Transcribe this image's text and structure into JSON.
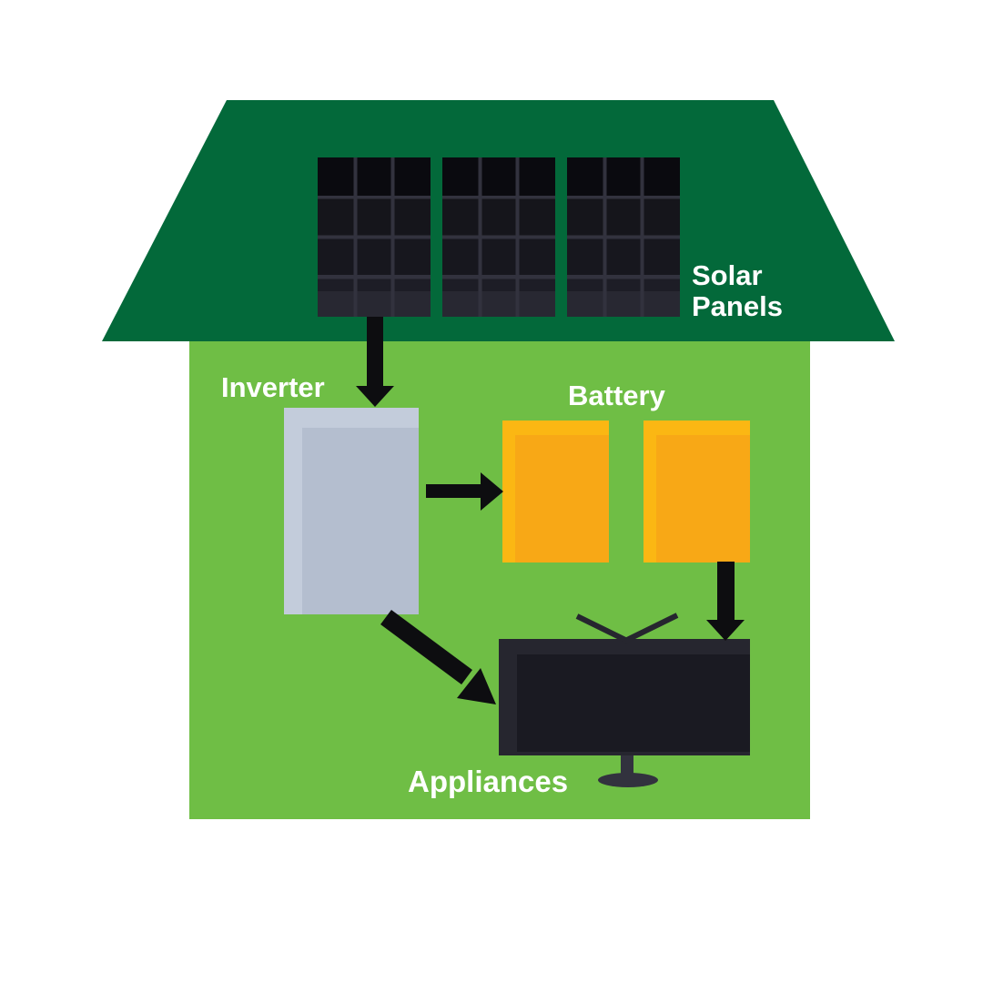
{
  "title": "Solar panel home energy flow diagram",
  "labels": {
    "solar_panels": "Solar\nPanels",
    "inverter": "Inverter",
    "battery": "Battery",
    "appliances": "Appliances"
  },
  "colors": {
    "roof": "#03693A",
    "house": "#6FBE45",
    "panel_cell_dark": "#0A0A0F",
    "panel_cell_mid": "#17171E",
    "panel_cell_light": "#282832",
    "panel_grid": "#32323E",
    "inverter_outer": "#C3CCDB",
    "inverter_inner": "#B4BECF",
    "battery_outer": "#FBB713",
    "battery_inner": "#F8A816",
    "tv_frame": "#26262F",
    "tv_screen": "#1A1A22",
    "tv_stand": "#32323E",
    "arrow": "#0D0D10",
    "label": "#FFFFFF"
  },
  "diagram": {
    "type": "flow",
    "solar_panel_modules": 3,
    "battery_units": 2,
    "nodes": [
      {
        "id": "solar-panels",
        "label": "Solar Panels"
      },
      {
        "id": "inverter",
        "label": "Inverter"
      },
      {
        "id": "battery",
        "label": "Battery"
      },
      {
        "id": "appliances",
        "label": "Appliances"
      }
    ],
    "edges": [
      {
        "from": "solar-panels",
        "to": "inverter"
      },
      {
        "from": "inverter",
        "to": "battery"
      },
      {
        "from": "battery",
        "to": "appliances"
      },
      {
        "from": "inverter",
        "to": "appliances"
      }
    ]
  }
}
